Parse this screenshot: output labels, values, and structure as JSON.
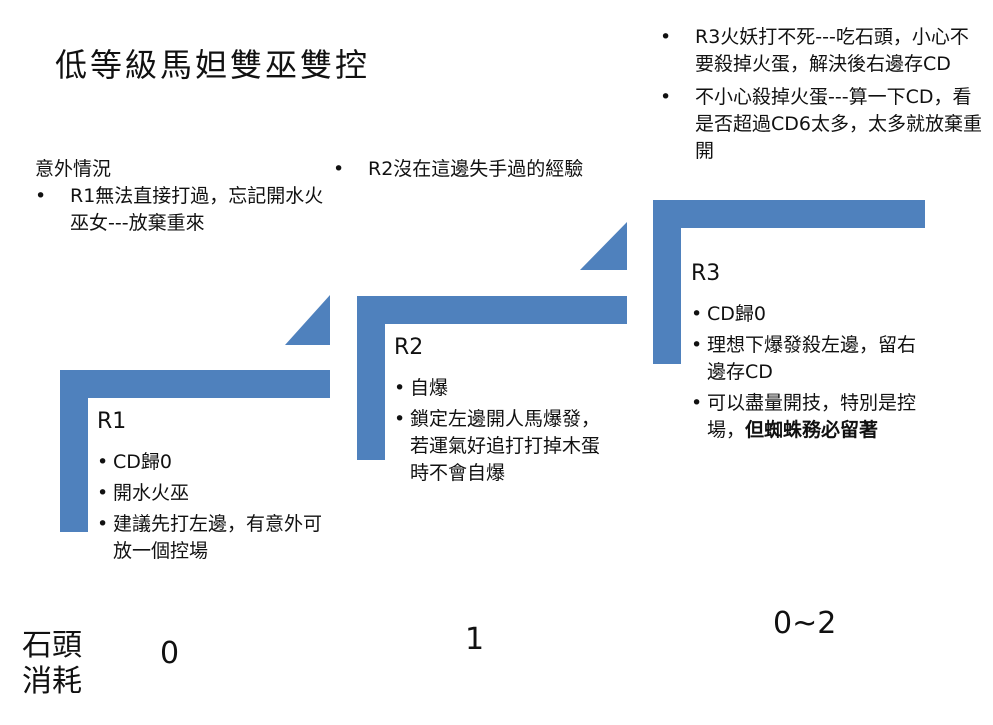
{
  "title": "低等級馬妲雙巫雙控",
  "accent_color": "#4f81bd",
  "notes": {
    "r1": {
      "heading": "意外情況",
      "items": [
        "R1無法直接打過，忘記開水火巫女---放棄重來"
      ]
    },
    "r2": {
      "items": [
        "R2沒在這邊失手過的經驗"
      ]
    },
    "r3": {
      "items": [
        "R3火妖打不死---吃石頭，小心不要殺掉火蛋，解決後右邊存CD",
        "不小心殺掉火蛋---算一下CD，看是否超過CD6太多，太多就放棄重開"
      ]
    }
  },
  "steps": [
    {
      "label": "R1",
      "items": [
        "CD歸0",
        "開水火巫",
        "建議先打左邊，有意外可放一個控場"
      ]
    },
    {
      "label": "R2",
      "items": [
        "自爆",
        "鎖定左邊開人馬爆發，若運氣好追打打掉木蛋時不會自爆"
      ]
    },
    {
      "label": "R3",
      "items": [
        "CD歸0",
        "理想下爆發殺左邊，留右邊存CD",
        "可以盡量開技，特別是控場，"
      ],
      "bold_tail": "但蜘蛛務必留著"
    }
  ],
  "stone_cost": {
    "label": "石頭消耗",
    "values": [
      "0",
      "1",
      "0~2"
    ]
  }
}
